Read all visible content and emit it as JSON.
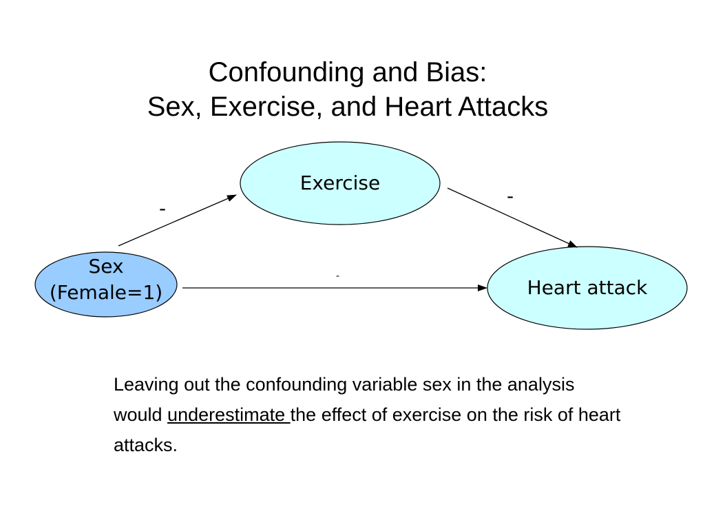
{
  "title": {
    "line1": "Confounding and Bias:",
    "line2": "Sex, Exercise, and Heart Attacks"
  },
  "nodes": {
    "exercise": "Exercise",
    "heart_attack": "Heart attack",
    "sex_line1": "Sex",
    "sex_line2": "(Female=1)"
  },
  "edges": {
    "sex_to_exercise_sign": "-",
    "exercise_to_heart_sign": "-",
    "sex_to_heart_sign": "-"
  },
  "colors": {
    "outcome_fill": "#ccffff",
    "exposure_fill": "#99ccff",
    "stroke": "#000000"
  },
  "caption": {
    "part1": "Leaving out the confounding variable sex in the analysis would ",
    "emphasis": "underestimate ",
    "part2": "the effect of exercise on the risk of heart attacks."
  }
}
